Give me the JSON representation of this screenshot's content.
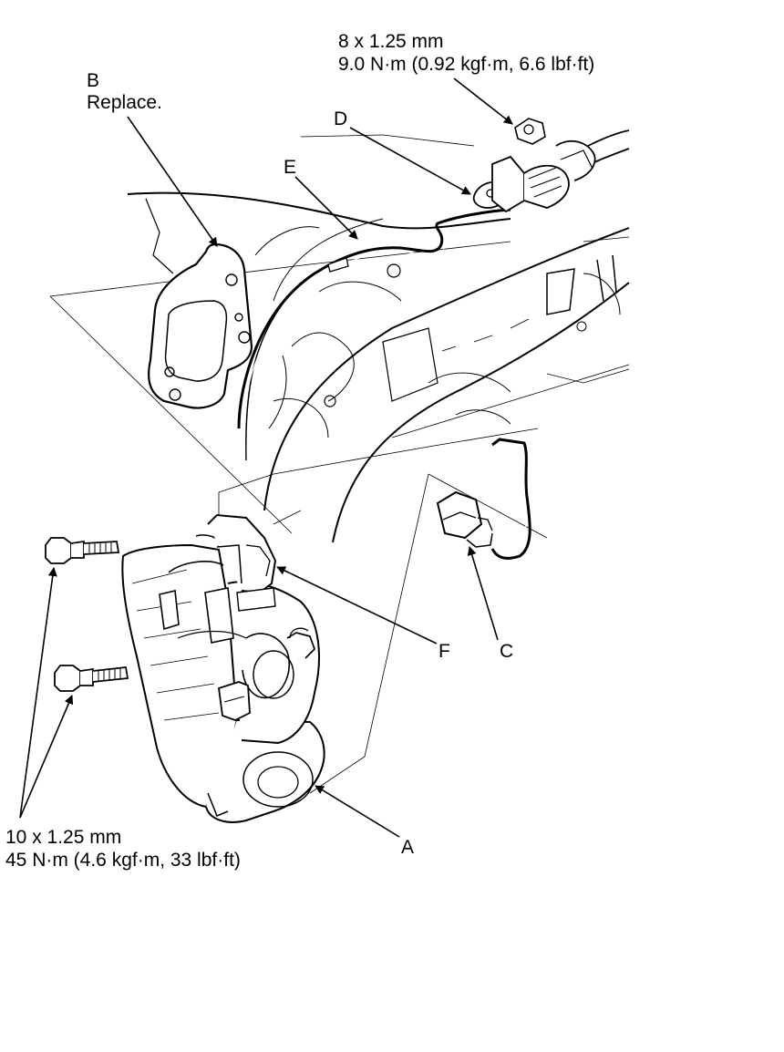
{
  "callouts": {
    "a": "A",
    "b": "B",
    "b_note": "Replace.",
    "c": "C",
    "d": "D",
    "e": "E",
    "f": "F"
  },
  "torque_top": {
    "size": "8 x 1.25 mm",
    "spec": "9.0 N·m (0.92 kgf·m, 6.6 lbf·ft)"
  },
  "torque_bottom": {
    "size": "10 x 1.25 mm",
    "spec": "45 N·m (4.6 kgf·m, 33 lbf·ft)"
  }
}
